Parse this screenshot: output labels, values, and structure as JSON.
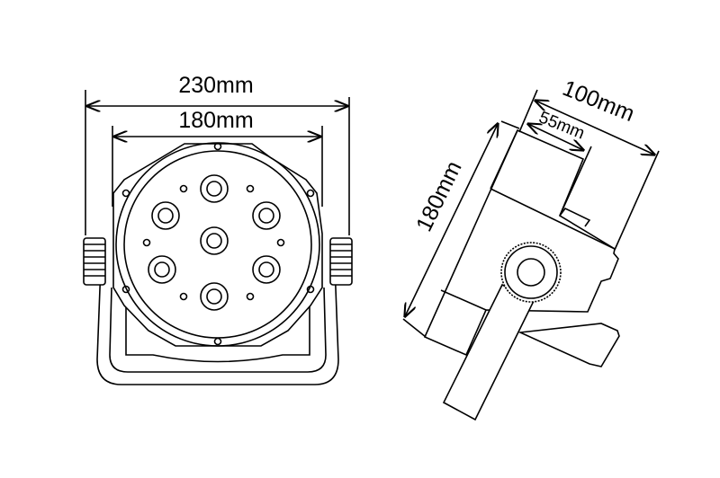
{
  "front_view": {
    "overall_width": "230mm",
    "body_width": "180mm"
  },
  "side_view": {
    "height": "180mm",
    "depth": "100mm",
    "front_depth": "55mm"
  },
  "colors": {
    "line": "#000000",
    "background": "#ffffff"
  }
}
